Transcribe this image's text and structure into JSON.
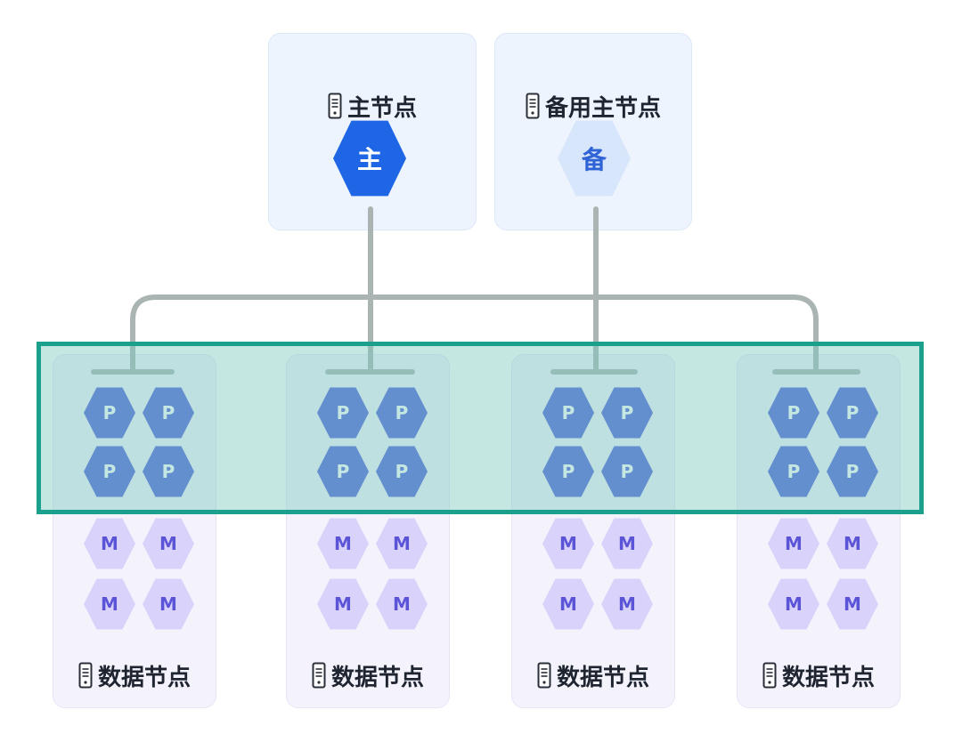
{
  "master": {
    "title": "主节点",
    "badge": "主",
    "icon": "server-icon"
  },
  "backup": {
    "title": "备用主节点",
    "badge": "备",
    "icon": "server-icon"
  },
  "data_nodes": [
    {
      "title": "数据节点",
      "primary_shards": [
        "P",
        "P",
        "P",
        "P"
      ],
      "mirror_shards": [
        "M",
        "M",
        "M",
        "M"
      ]
    },
    {
      "title": "数据节点",
      "primary_shards": [
        "P",
        "P",
        "P",
        "P"
      ],
      "mirror_shards": [
        "M",
        "M",
        "M",
        "M"
      ]
    },
    {
      "title": "数据节点",
      "primary_shards": [
        "P",
        "P",
        "P",
        "P"
      ],
      "mirror_shards": [
        "M",
        "M",
        "M",
        "M"
      ]
    },
    {
      "title": "数据节点",
      "primary_shards": [
        "P",
        "P",
        "P",
        "P"
      ],
      "mirror_shards": [
        "M",
        "M",
        "M",
        "M"
      ]
    }
  ],
  "colors": {
    "main_badge": "#1f66e6",
    "backup_badge": "#d7e6fb",
    "primary_shard": "#4e5fdc",
    "mirror_shard": "#d9d3fb",
    "connector": "#a9b4b3",
    "highlight_border": "#1aa08c",
    "highlight_fill": "#7ec9be"
  }
}
